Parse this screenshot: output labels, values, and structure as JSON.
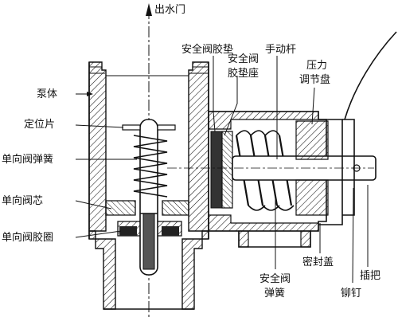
{
  "labels": {
    "outlet": "出水门",
    "pump_body": "泵体",
    "locating_piece": "定位片",
    "check_valve_spring": "单向阀弹簧",
    "check_valve_core": "单向阀芯",
    "check_valve_rubber_ring": "单向阀胶圈",
    "safety_valve_gasket": "安全阀胶垫",
    "safety_valve_gasket_seat_line1": "安全阀",
    "safety_valve_gasket_seat_line2": "胶垫座",
    "manual_lever": "手动杆",
    "pressure_dial_line1": "压力",
    "pressure_dial_line2": "调节盘",
    "seal_cover": "密封盖",
    "rivet": "铆钉",
    "handle": "插把",
    "safety_valve_spring_line1": "安全阀",
    "safety_valve_spring_line2": "弹簧"
  }
}
